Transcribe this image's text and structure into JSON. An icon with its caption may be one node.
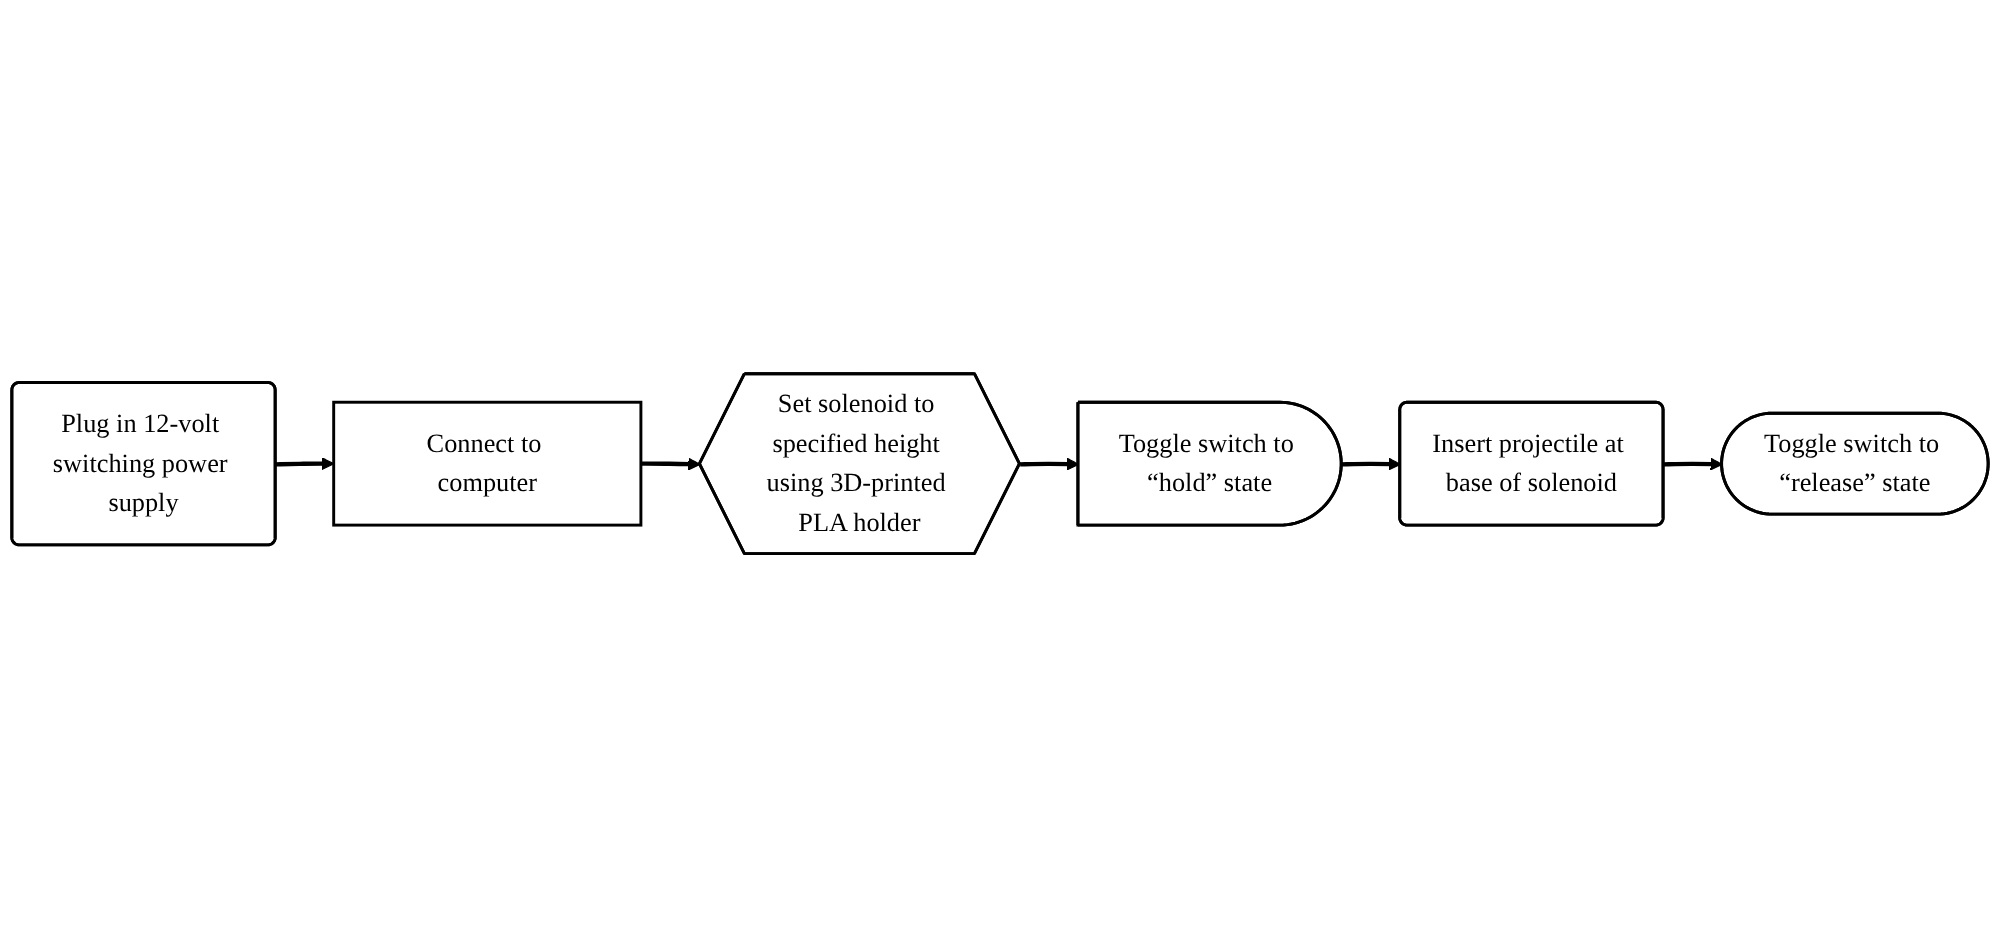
{
  "diagram": {
    "nodes": [
      {
        "text": [
          "Plug in 12-volt switching power supply"
        ]
      },
      {
        "text": [
          "Connect to computer"
        ]
      },
      {
        "text": [
          "Set solenoid to specified height using 3D-printed PLA holder"
        ]
      },
      {
        "text": [
          "Toggle switch to “hold” state"
        ]
      },
      {
        "text": [
          "Insert projectile at base of solenoid"
        ]
      },
      {
        "text": [
          "Toggle switch to “release” state"
        ]
      }
    ],
    "edges": [
      {
        "from": 0,
        "to": 1,
        "arrow": "to"
      },
      {
        "from": 1,
        "to": 2,
        "arrow": "to"
      },
      {
        "from": 2,
        "to": 3,
        "arrow": "to"
      },
      {
        "from": 3,
        "to": 4,
        "arrow": "to"
      },
      {
        "from": 4,
        "to": 5,
        "arrow": "to"
      }
    ]
  }
}
